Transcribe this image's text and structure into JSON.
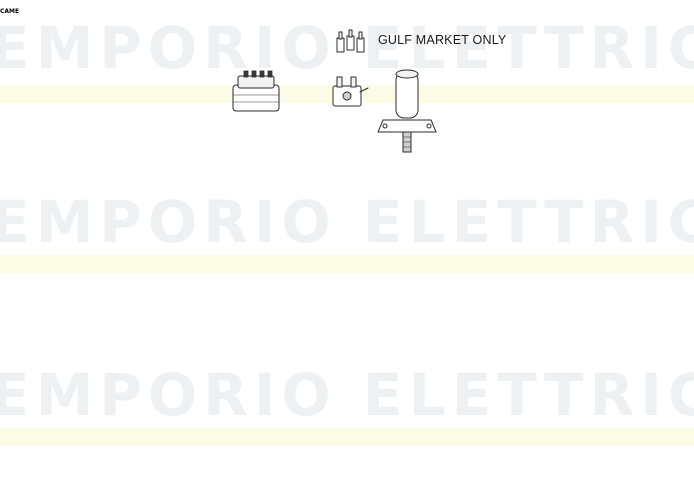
{
  "watermark": {
    "text": "EMPORIO ELETTRICO",
    "color": "#eef1f4",
    "band_color": "#fbfbe6"
  },
  "callout": {
    "text": "GULF MARKET ONLY"
  },
  "parts": [
    {
      "icon": "transformer-icon"
    },
    {
      "icon": "terminal-clips-icon"
    },
    {
      "icon": "limit-switch-icon"
    },
    {
      "icon": "motor-icon"
    },
    {
      "icon": "gulf-cover-icon"
    },
    {
      "icon": "receiver-card-icon"
    },
    {
      "icon": "control-board-icon"
    },
    {
      "icon": "mounting-plate-icon"
    },
    {
      "icon": "frame-bracket-icon"
    },
    {
      "icon": "fuse-block-icon"
    },
    {
      "icon": "pinion-gear-icon"
    },
    {
      "icon": "wheel-hub-icon"
    },
    {
      "icon": "shaft-icon"
    },
    {
      "icon": "worm-gear-icon"
    },
    {
      "icon": "standard-cover-icon"
    },
    {
      "icon": "gearmotor-housing-icon"
    },
    {
      "icon": "screw-icon"
    },
    {
      "icon": "release-key-icon"
    },
    {
      "icon": "release-lever-icon"
    },
    {
      "icon": "base-plate-icon"
    },
    {
      "icon": "limit-bracket-icon"
    }
  ],
  "brand_label": "CAME"
}
